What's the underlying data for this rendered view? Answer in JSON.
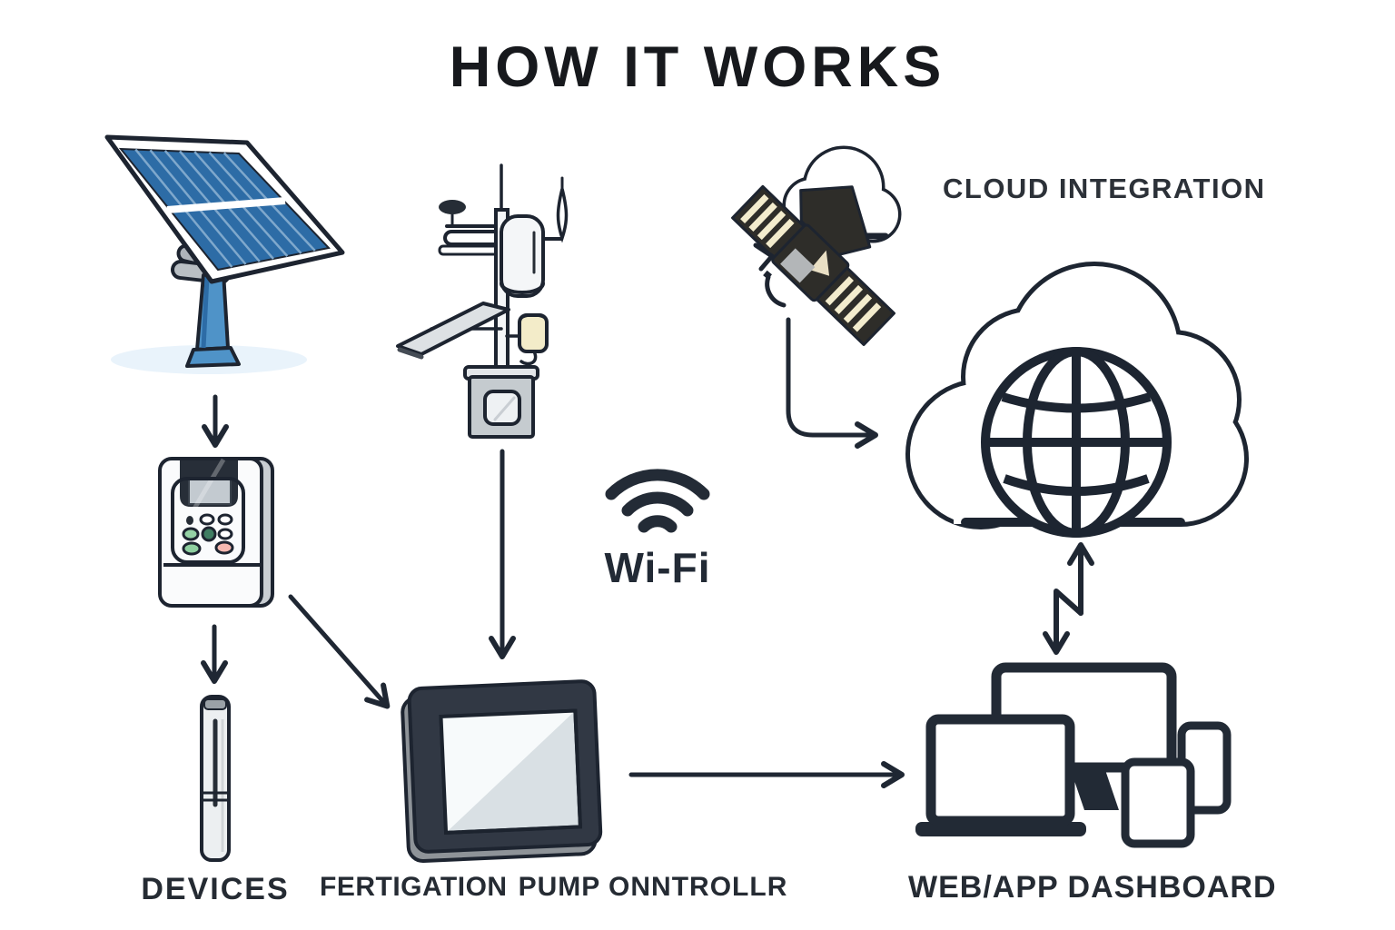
{
  "title": "HOW IT WORKS",
  "diagram": {
    "cloud_integration_label": "CLOUD INTEGRATION",
    "wifi_label": "Wi-Fi",
    "devices_label": "DEVICES",
    "fertigation_label_strong": "FERTIGATION",
    "fertigation_label_rest": "PUMP ONNTROLLR",
    "dashboard_label": "WEB/APP DASHBOARD"
  },
  "icons": [
    "solar-panel-icon",
    "weather-station-icon",
    "satellite-icon",
    "small-cloud-icon",
    "cloud-globe-icon",
    "irrigation-controller-icon",
    "soil-sensor-probe-icon",
    "wifi-icon",
    "fertigation-touch-panel-icon",
    "dashboard-devices-icon"
  ],
  "connections": [
    {
      "from": "solar-panel",
      "to": "irrigation-controller",
      "style": "arrow-down"
    },
    {
      "from": "irrigation-controller",
      "to": "soil-sensor-probe",
      "style": "arrow-down"
    },
    {
      "from": "irrigation-controller",
      "to": "fertigation-touch-panel",
      "style": "arrow-diagonal"
    },
    {
      "from": "weather-station",
      "to": "fertigation-touch-panel",
      "style": "arrow-down"
    },
    {
      "from": "satellite",
      "to": "cloud-globe",
      "style": "arrow-elbow"
    },
    {
      "from": "fertigation-touch-panel",
      "to": "dashboard-devices",
      "style": "arrow-right"
    },
    {
      "from": "cloud-globe",
      "to": "dashboard-devices",
      "style": "arrow-zigzag-bidirectional"
    }
  ],
  "colors": {
    "ink": "#1d2430",
    "panel_blue": "#2d6ca6",
    "panel_stripe": "#7fa8cc",
    "pedestal_blue": "#4f93c8",
    "shadow_blue": "#e9f3fb",
    "cream": "#f3ecc9",
    "light_gray": "#c9ced3",
    "button_green": "#95d2a5",
    "button_pink": "#f5b8b0",
    "screen_gray": "#d9e0e4"
  }
}
